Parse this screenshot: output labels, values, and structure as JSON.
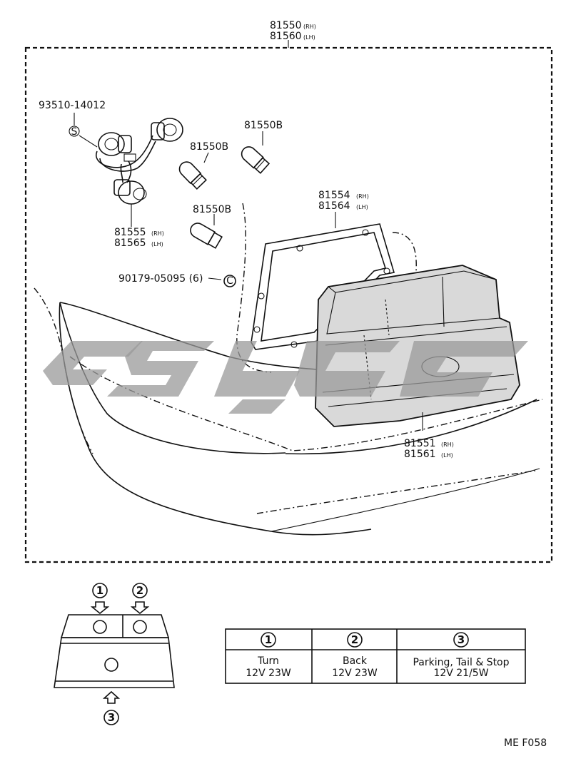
{
  "diagram": {
    "assembly": {
      "part_rh": "81550",
      "tag_rh": "(RH)",
      "part_lh": "81560",
      "tag_lh": "(LH)"
    },
    "screw": {
      "part": "93510-14012",
      "symbol": "S"
    },
    "bulb_top": {
      "part": "81550B"
    },
    "bulb_mid": {
      "part": "81550B"
    },
    "bulb_low": {
      "part": "81550B"
    },
    "socket": {
      "part_rh": "81555",
      "tag_rh": "(RH)",
      "part_lh": "81565",
      "tag_lh": "(LH)"
    },
    "gasket": {
      "part_rh": "81554",
      "tag_rh": "(RH)",
      "part_lh": "81564",
      "tag_lh": "(LH)"
    },
    "nut": {
      "part": "90179-05095 (6)",
      "symbol": "C"
    },
    "lens": {
      "part_rh": "81551",
      "tag_rh": "(RH)",
      "part_lh": "81561",
      "tag_lh": "(LH)"
    },
    "figure_code": "ME F058"
  },
  "key_diagram": {
    "marker_1": "1",
    "marker_2": "2",
    "marker_3": "3"
  },
  "bulb_table": {
    "headers": [
      "1",
      "2",
      "3"
    ],
    "rows": [
      [
        "Turn",
        "Back",
        "Parking, Tail & Stop"
      ],
      [
        "12V 23W",
        "12V 23W",
        "12V 21/5W"
      ]
    ]
  }
}
